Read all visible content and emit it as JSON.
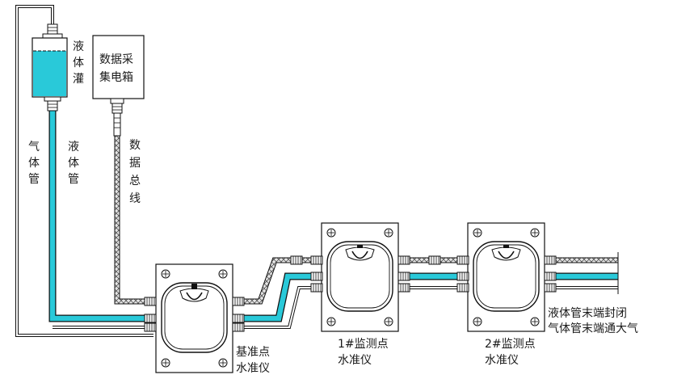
{
  "labels": {
    "liquid_tank": [
      "液",
      "体",
      "灌"
    ],
    "daq_box": [
      "数据采",
      "集电箱"
    ],
    "gas_pipe": [
      "气",
      "体",
      "管"
    ],
    "liquid_pipe": [
      "液",
      "体",
      "管"
    ],
    "data_bus": [
      "数",
      "据",
      "总",
      "线"
    ],
    "reference_point": [
      "基准点",
      "水准仪"
    ],
    "monitor_point_1": [
      "1#监测点",
      "水准仪"
    ],
    "monitor_point_2": [
      "2#监测点",
      "水准仪"
    ],
    "liquid_end_note": "液体管末端封闭",
    "gas_end_note": "气体管末端通大气"
  },
  "colors": {
    "liquid": "#29C9D9",
    "line": "#111111",
    "tank_fill": "#29C9D9"
  }
}
